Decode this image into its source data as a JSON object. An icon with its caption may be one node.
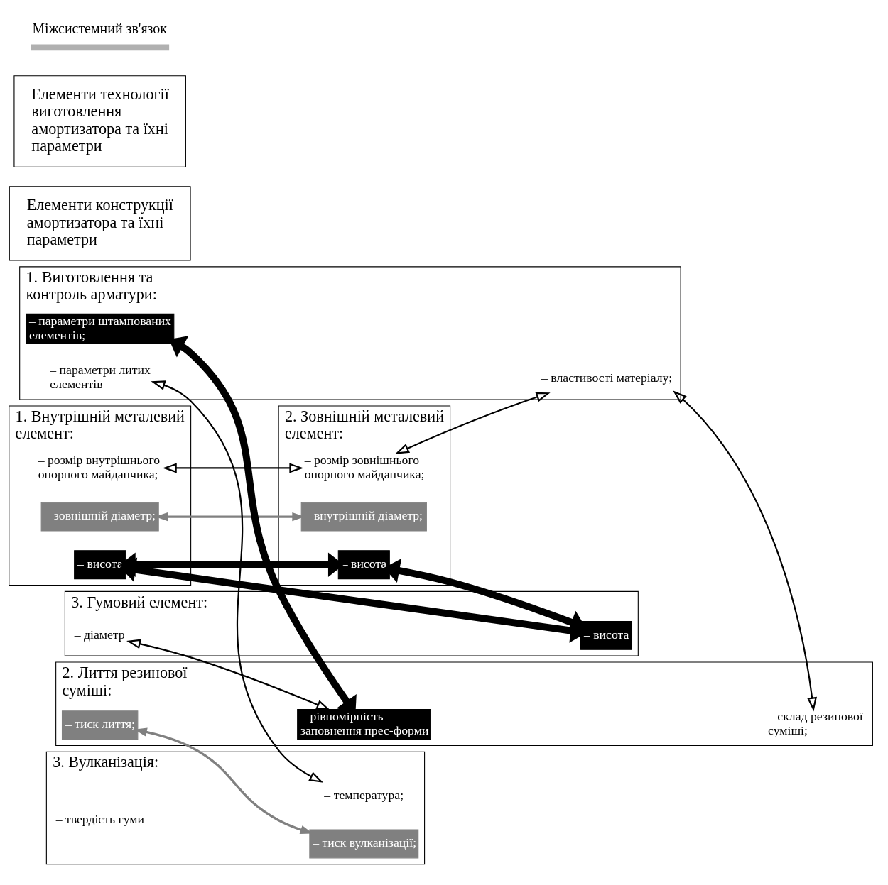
{
  "diagram": {
    "nodes": [
      {
        "text": [
          "1. Внутрішній металевий елемент:"
        ]
      },
      {
        "text": [
          "– розмір внутрішнього опорного майданчика;"
        ],
        "in": 0
      },
      {
        "text": [
          "– зовнішній діаметр;"
        ],
        "in": 0
      },
      {
        "text": [
          "– висота"
        ],
        "in": 0
      },
      {
        "text": [
          "2. Зовнішній металевий елемент:"
        ]
      },
      {
        "text": [
          "– розмір зовнішнього опорного майданчика;"
        ],
        "in": 4
      },
      {
        "text": [
          "– внутрішній діаметр;"
        ],
        "in": 4
      },
      {
        "text": [
          "– висота"
        ],
        "in": 4
      },
      {
        "text": [
          "Елементи конструкції амортизатора та їхні параметри"
        ]
      },
      {
        "text": [
          "3. Гумовий елемент:"
        ]
      },
      {
        "text": [
          "– висота"
        ],
        "in": 9
      },
      {
        "text": [
          "– діаметр"
        ],
        "in": 9
      },
      {
        "text": [
          "1. Виготовлення та контроль арматури:"
        ]
      },
      {
        "text": [
          "– властивості матеріалу;"
        ],
        "in": 12
      },
      {
        "text": [
          "– параметри штампованих елементів;"
        ],
        "in": 12
      },
      {
        "text": [
          "– параметри литих елементів"
        ],
        "in": 12
      },
      {
        "text": [
          "2. Лиття резинової суміші:"
        ]
      },
      {
        "text": [
          "– склад резинової суміші;"
        ],
        "in": 16
      },
      {
        "text": [
          "– тиск лиття;"
        ],
        "in": 16
      },
      {
        "text": [
          "– рівномірність заповнення прес-форми"
        ],
        "in": 16
      },
      {
        "text": [
          "Елементи технології виготовлення амортизатора та їхні параметри"
        ]
      },
      {
        "text": [
          "3. Вулканізація:"
        ]
      },
      {
        "text": [
          "– температура;"
        ],
        "in": 21
      },
      {
        "text": [
          "– тиск вулканізації;"
        ],
        "in": 21
      },
      {
        "text": [
          "– твердість гуми"
        ],
        "in": 21
      }
    ],
    "edges": [
      {
        "from": 1,
        "to": 5,
        "arrow": "both"
      },
      {
        "from": 2,
        "to": 6,
        "arrow": "both",
        "color": "#808080"
      },
      {
        "from": 3,
        "to": 7,
        "arrow": "both",
        "style": "thick",
        "color": "#000000"
      },
      {
        "from": 3,
        "to": 10,
        "arrow": "both",
        "style": "thick",
        "color": "#000000"
      },
      {
        "from": 7,
        "to": 10,
        "arrow": "both",
        "style": "thick",
        "color": "#000000"
      },
      {
        "from": 5,
        "to": 13,
        "arrow": "both"
      },
      {
        "from": 11,
        "to": 19,
        "arrow": "both"
      },
      {
        "from": 13,
        "to": 17,
        "arrow": "both"
      },
      {
        "from": 14,
        "to": 19,
        "arrow": "both",
        "style": "thick",
        "color": "#000000"
      },
      {
        "from": 15,
        "to": 22,
        "arrow": "both"
      },
      {
        "from": 18,
        "to": 23,
        "arrow": "both",
        "color": "#808080"
      }
    ],
    "legend": [
      {
        "text": "Міжсистемний зв'язок"
      }
    ]
  }
}
